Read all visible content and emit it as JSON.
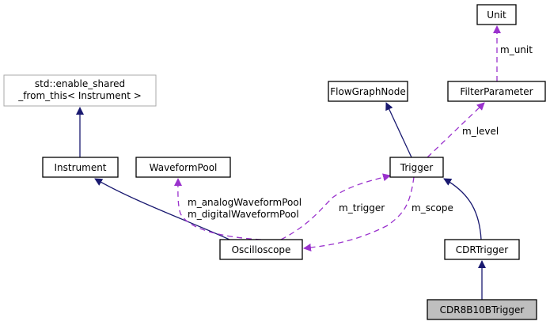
{
  "nodes": {
    "unit": "Unit",
    "flowgraphnode": "FlowGraphNode",
    "filterparameter": "FilterParameter",
    "enable_shared_line1": "std::enable_shared",
    "enable_shared_line2": "_from_this< Instrument >",
    "instrument": "Instrument",
    "waveformpool": "WaveformPool",
    "trigger": "Trigger",
    "oscilloscope": "Oscilloscope",
    "cdrtrigger": "CDRTrigger",
    "cdr8b10btrigger": "CDR8B10BTrigger"
  },
  "edge_labels": {
    "m_unit": "m_unit",
    "m_level": "m_level",
    "m_analogWaveformPool": "m_analogWaveformPool",
    "m_digitalWaveformPool": "m_digitalWaveformPool",
    "m_trigger": "m_trigger",
    "m_scope": "m_scope"
  },
  "colors": {
    "inheritance": "#191970",
    "usage": "#9a32cd",
    "focus_fill": "#bfbfbf"
  }
}
